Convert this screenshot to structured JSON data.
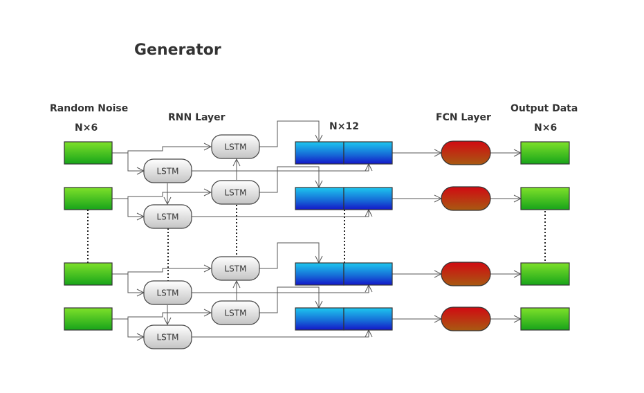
{
  "title": "Generator",
  "labels": {
    "random_noise": "Random Noise",
    "input_dim": "N×6",
    "rnn_layer": "RNN Layer",
    "concat_dim": "N×12",
    "fcn_layer": "FCN Layer",
    "output_data": "Output Data",
    "output_dim": "N×6"
  },
  "lstm_label": "LSTM",
  "colors": {
    "input": "#44c21a",
    "lstm": "#d9d9d9",
    "concat": "#1877e0",
    "fcn": "#b8300f",
    "output": "#44c21a",
    "lines": "#555555"
  }
}
